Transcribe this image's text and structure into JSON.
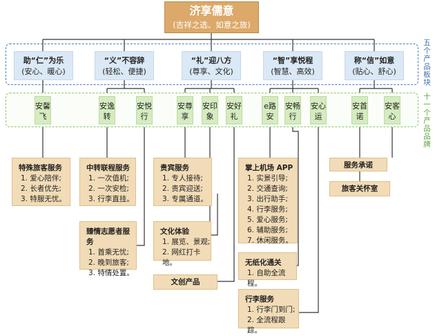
{
  "title": {
    "main": "济享儒意",
    "sub": "(吉祥之选、如意之旅)"
  },
  "region_labels": {
    "modules": "五个产品板块",
    "brands": "十一个产品品牌"
  },
  "modules": [
    {
      "line1": "助“仁”为乐",
      "line2": "(安心、暖心)"
    },
    {
      "line1": "“义”不容辞",
      "line2": "(轻松、便捷)"
    },
    {
      "line1": "“礼”迎八方",
      "line2": "(尊享、文化)"
    },
    {
      "line1": "“智”享悦程",
      "line2": "(智慧、高效)"
    },
    {
      "line1": "称“信”如意",
      "line2": "(贴心、舒心)"
    }
  ],
  "brands": [
    "安馨飞",
    "安逸转",
    "安悦行",
    "安尊享",
    "安印象",
    "安好礼",
    "e路安",
    "安畅行",
    "安心运",
    "安首诺",
    "安客心"
  ],
  "cards": [
    {
      "title": "特殊旅客服务",
      "items": [
        "1. 爱心陪伴;",
        "2. 长者优先;",
        "3. 特服无忧。"
      ]
    },
    {
      "title": "中转联程服务",
      "items": [
        "1. 一次值机;",
        "2. 一次安检;",
        "3. 行李直挂。"
      ]
    },
    {
      "title": "臻情志愿者服务",
      "items": [
        "1. 首乘无忧;",
        "2. 晚到旅客;",
        "3. 特情处置。"
      ]
    },
    {
      "title": "贵宾服务",
      "items": [
        "1. 专人接待;",
        "2. 贵宾迎送;",
        "3. 专属通道。"
      ]
    },
    {
      "title": "文化体验",
      "items": [
        "1. 展览、景观;",
        "2. 网红打卡地。"
      ]
    },
    {
      "title": "掌上机场 APP",
      "items": [
        "1. 实景引导;",
        "2. 交通查询;",
        "3. 出行助手;",
        "4. 行李服务;",
        "5. 爱心服务;",
        "6. 辅助服务;",
        "7. 休闲服务。"
      ]
    },
    {
      "title": "无纸化通关",
      "items": [
        "1. 自助全流程。"
      ]
    },
    {
      "title": "行李服务",
      "items": [
        "1. 行李门到门;",
        "2. 全流程跟踪。"
      ]
    }
  ],
  "labels": [
    "文创产品",
    "服务承诺",
    "旅客关怀室"
  ],
  "colors": {
    "title": "#dca96a",
    "module": "#dbe8f5",
    "brand": "#d5ebc0",
    "card": "#f2dcb7",
    "line": "#333333",
    "region_modules": "#4a78b8",
    "region_brands": "#8cc46a"
  }
}
